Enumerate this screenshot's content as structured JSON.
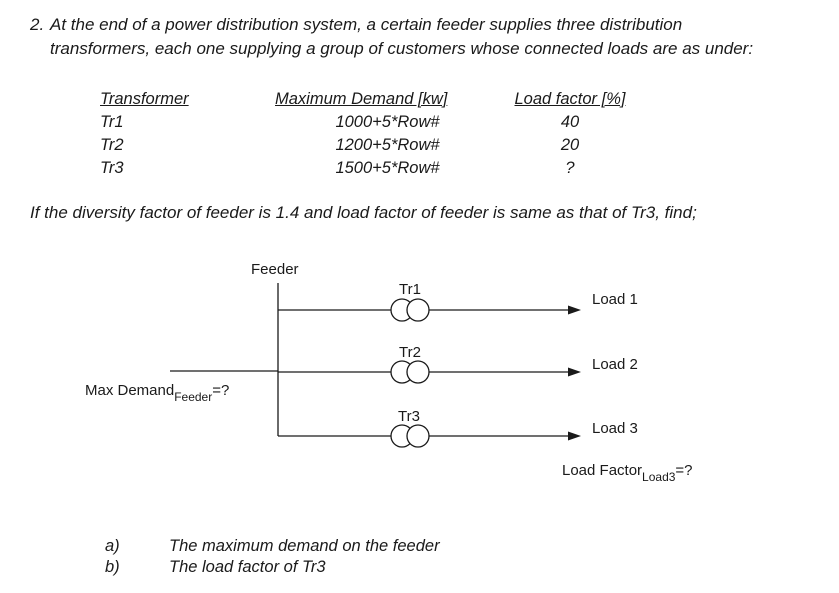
{
  "problem": {
    "number": "2.",
    "lines": [
      "At the end of a power distribution system, a certain feeder supplies three distribution",
      "transformers, each one supplying a group of customers whose connected loads are as under:"
    ]
  },
  "table": {
    "headers": [
      "Transformer",
      "Maximum Demand [kw]",
      "Load factor [%]"
    ],
    "rows": [
      {
        "transformer": "Tr1",
        "demand": "1000+5*Row#",
        "load_factor": "40"
      },
      {
        "transformer": "Tr2",
        "demand": "1200+5*Row#",
        "load_factor": "20"
      },
      {
        "transformer": "Tr3",
        "demand": "1500+5*Row#",
        "load_factor": "?"
      }
    ]
  },
  "condition": "If the diversity factor of feeder is 1.4 and load factor of feeder is same as that of Tr3, find;",
  "diagram": {
    "feeder_label": "Feeder",
    "max_demand": {
      "text": "Max Demand",
      "sub": "Feeder",
      "suffix": "=?"
    },
    "load_factor": {
      "text": "Load Factor",
      "sub": "Load3",
      "suffix": "=?"
    },
    "branches": [
      {
        "transformer": "Tr1",
        "load": "Load 1"
      },
      {
        "transformer": "Tr2",
        "load": "Load 2"
      },
      {
        "transformer": "Tr3",
        "load": "Load 3"
      }
    ],
    "line_color": "#1a1a1a"
  },
  "questions": [
    {
      "label": "a)",
      "text": "The maximum demand on the feeder"
    },
    {
      "label": "b)",
      "text": "The load factor of Tr3"
    }
  ]
}
